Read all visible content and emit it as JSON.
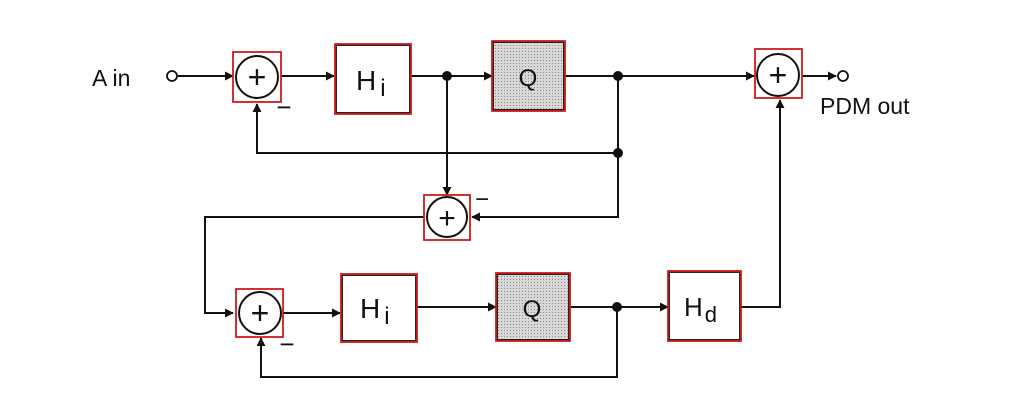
{
  "labels": {
    "input": "A in",
    "output": "PDM out"
  },
  "blocks": {
    "hi_top": {
      "main": "H",
      "sub": "i"
    },
    "q_top": {
      "main": "Q"
    },
    "hi_bottom": {
      "main": "H",
      "sub": "i"
    },
    "q_bottom": {
      "main": "Q"
    },
    "hd": {
      "main": "H",
      "sub": "d"
    }
  },
  "signs": {
    "sum1_minus": "−",
    "sum_mid_minus": "−",
    "sum3_minus": "−",
    "sum_mid_plus": "+",
    "sum_out_plus": "+",
    "sum1_plus": "+",
    "sum3_plus": "+"
  },
  "colors": {
    "highlight": "#d01c1c",
    "quantizer_fill": "#c9c9c9",
    "line": "#111111"
  }
}
